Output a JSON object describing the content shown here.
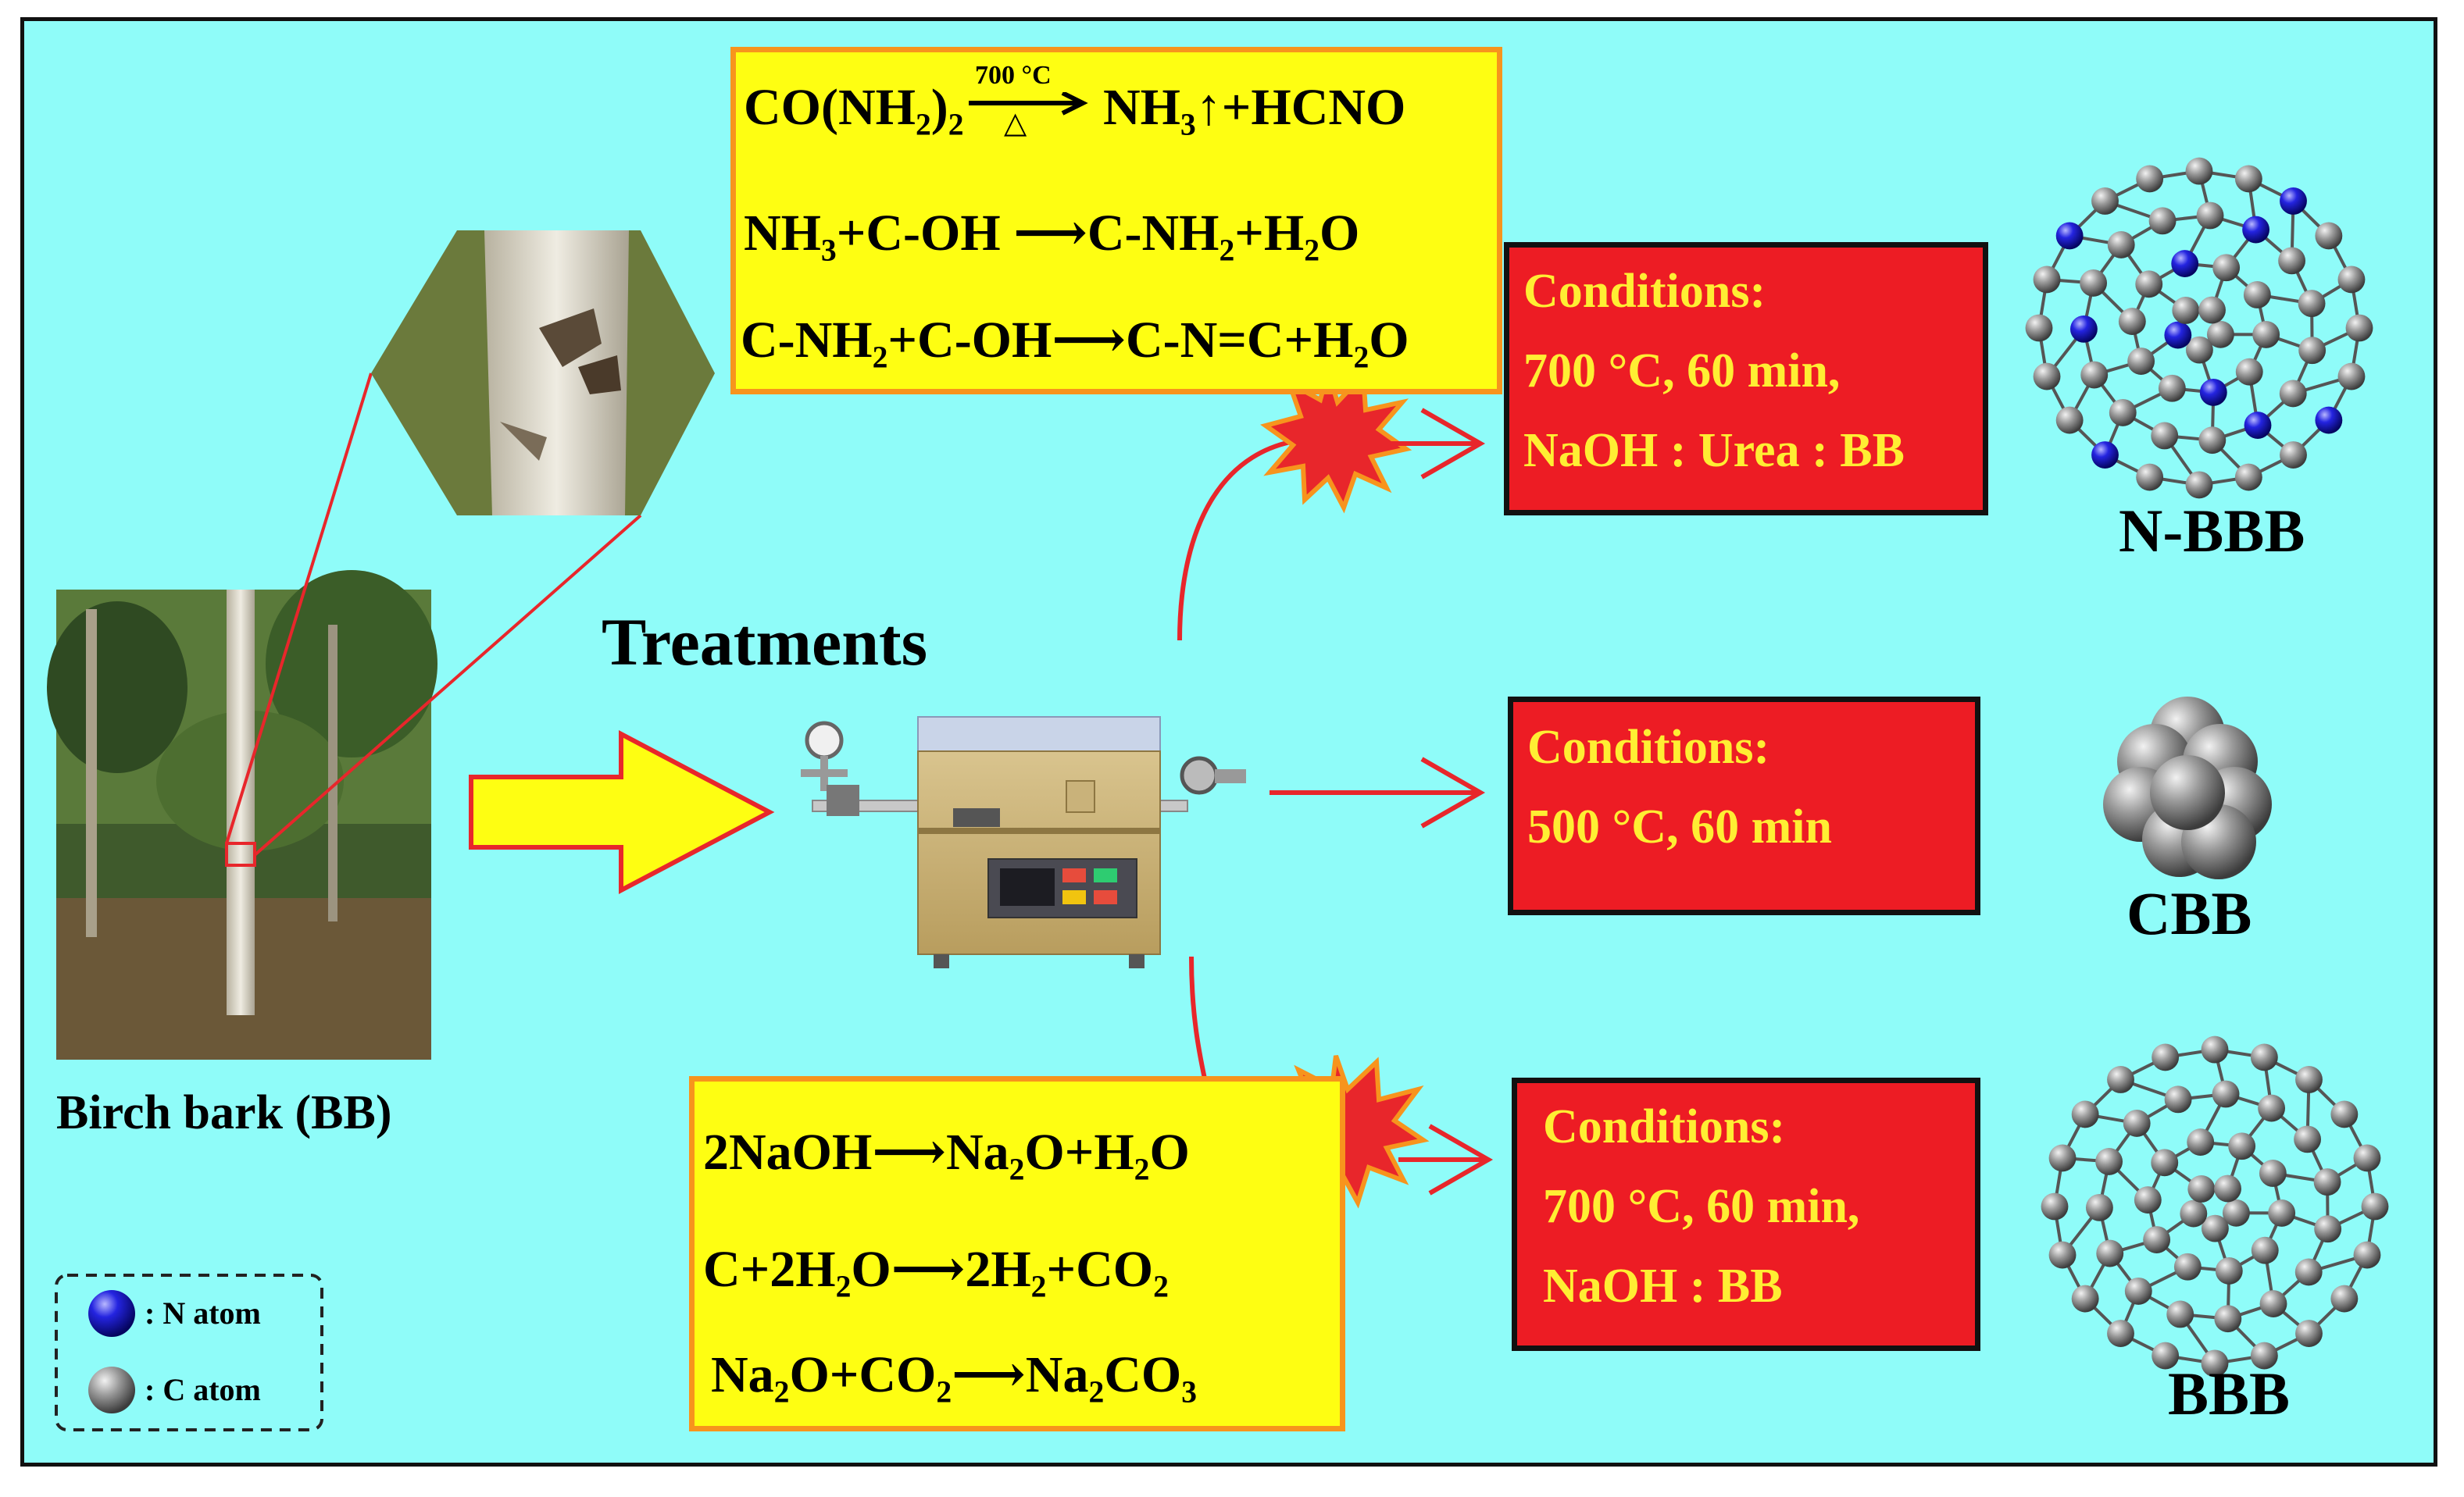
{
  "source": {
    "label": "Birch bark (BB)"
  },
  "treatments_title": "Treatments",
  "top_equations": {
    "eq1_lhs": "CO(NH₂)₂",
    "eq1_over": "700 °C",
    "eq1_under": "△",
    "eq1_rhs": "NH₃↑+HCNO",
    "eq2": "NH₃+C-OH ⟶C-NH₂+H₂O",
    "eq3": "C-NH₂+C-OH⟶C-N=C+H₂O"
  },
  "bottom_equations": {
    "eq1": "2NaOH⟶Na₂O+H₂O",
    "eq2": "C+2H₂O⟶2H₂+CO₂",
    "eq3": "Na₂O+CO₂⟶Na₂CO₃"
  },
  "conditions": [
    {
      "line1": "Conditions:",
      "line2": "700 °C, 60 min,",
      "line3": "NaOH : Urea : BB"
    },
    {
      "line1": "Conditions:",
      "line2": "500 °C, 60 min",
      "line3": ""
    },
    {
      "line1": "Conditions:",
      "line2": "700 °C, 60 min,",
      "line3": "NaOH : BB"
    }
  ],
  "products": [
    "N-BBB",
    "CBB",
    "BBB"
  ],
  "legend": {
    "n_atom": ": N atom",
    "c_atom": ": C atom"
  },
  "colors": {
    "background": "#8ffcf9",
    "equation_box": "#fefe12",
    "equation_border": "#f7941d",
    "condition_box": "#ed1c24",
    "condition_text": "#ffee33",
    "arrow_red": "#e8262b",
    "n_atom": "#1a1acc",
    "c_atom": "#8a8a8a"
  }
}
